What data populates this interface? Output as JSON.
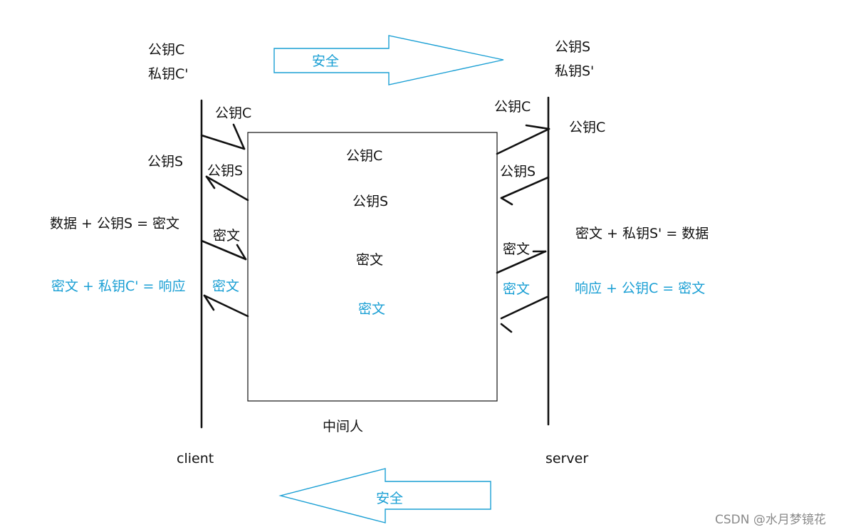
{
  "colors": {
    "black": "#111111",
    "blue": "#1a9fd4",
    "watermark": "#8a8a8a"
  },
  "top_arrow": {
    "label": "安全"
  },
  "bottom_arrow": {
    "label": "安全"
  },
  "client": {
    "label": "client",
    "pub_key": "公钥C",
    "priv_key": "私钥C'",
    "recv_s_label": "公钥S",
    "encrypt_eq": "数据 + 公钥S = 密文",
    "decrypt_eq": "密文 + 私钥C' = 响应"
  },
  "server": {
    "label": "server",
    "pub_key": "公钥S",
    "priv_key": "私钥S'",
    "recv_c_label": "公钥C",
    "decrypt_eq": "密文 + 私钥S' = 数据",
    "encrypt_eq": "响应 + 公钥C = 密文"
  },
  "mitm": {
    "label": "中间人",
    "box_items": [
      "公钥C",
      "公钥S",
      "密文",
      "密文"
    ]
  },
  "left_msgs": [
    "公钥C",
    "公钥S",
    "密文",
    "密文"
  ],
  "right_msgs": [
    "公钥C",
    "公钥S",
    "密文",
    "密文"
  ],
  "watermark": "CSDN @水月梦镜花"
}
